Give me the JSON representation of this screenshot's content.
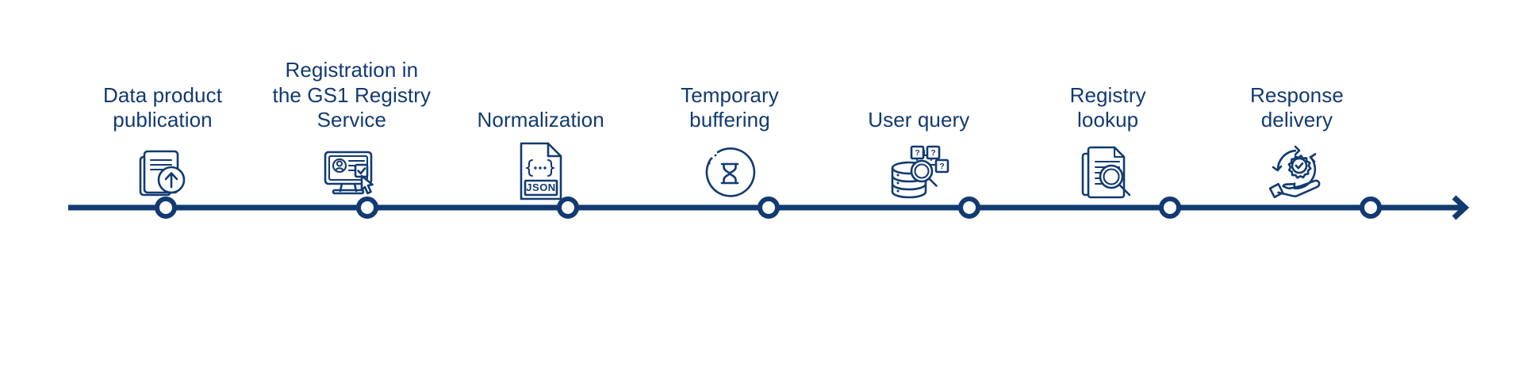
{
  "diagram": {
    "type": "process-timeline",
    "orientation": "horizontal",
    "background_color": "#ffffff",
    "accent_color": "#123a72",
    "step_count": 7
  },
  "steps": [
    {
      "index": 1,
      "label": "Data product\npublication",
      "icon": "documents-upload-icon"
    },
    {
      "index": 2,
      "label": "Registration in\nthe GS1 Registry\nService",
      "icon": "monitor-registration-cursor-icon"
    },
    {
      "index": 3,
      "label": "Normalization",
      "icon": "json-file-icon",
      "icon_text": {
        "braces": "{...}",
        "format": "JSON"
      }
    },
    {
      "index": 4,
      "label": "Temporary\nbuffering",
      "icon": "hourglass-circle-icon"
    },
    {
      "index": 5,
      "label": "User query",
      "icon": "database-search-question-icon",
      "icon_text": {
        "q1": "?",
        "q2": "?",
        "q3": "?"
      }
    },
    {
      "index": 6,
      "label": "Registry\nlookup",
      "icon": "documents-magnifier-icon"
    },
    {
      "index": 7,
      "label": "Response\ndelivery",
      "icon": "hand-gear-check-icon"
    }
  ],
  "axis": {
    "name": "timeline-axis",
    "has_arrowhead": true,
    "arrow_direction": "right",
    "node_marker": "hollow-circle",
    "line_color": "#123a72"
  }
}
